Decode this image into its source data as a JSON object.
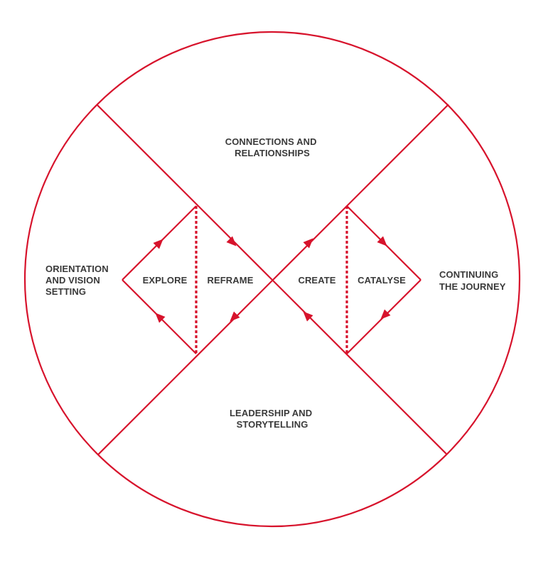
{
  "colors": {
    "accent": "#d7132c",
    "text": "#3a3a3a",
    "background": "#ffffff"
  },
  "sections": {
    "top": [
      "CONNECTIONS AND",
      "RELATIONSHIPS"
    ],
    "left": [
      "ORIENTATION",
      "AND VISION",
      "SETTING"
    ],
    "right": [
      "CONTINUING",
      "THE JOURNEY"
    ],
    "bottom": [
      "LEADERSHIP AND",
      "STORYTELLING"
    ]
  },
  "phases": {
    "explore": "EXPLORE",
    "reframe": "REFRAME",
    "create": "CREATE",
    "catalyse": "CATALYSE"
  }
}
